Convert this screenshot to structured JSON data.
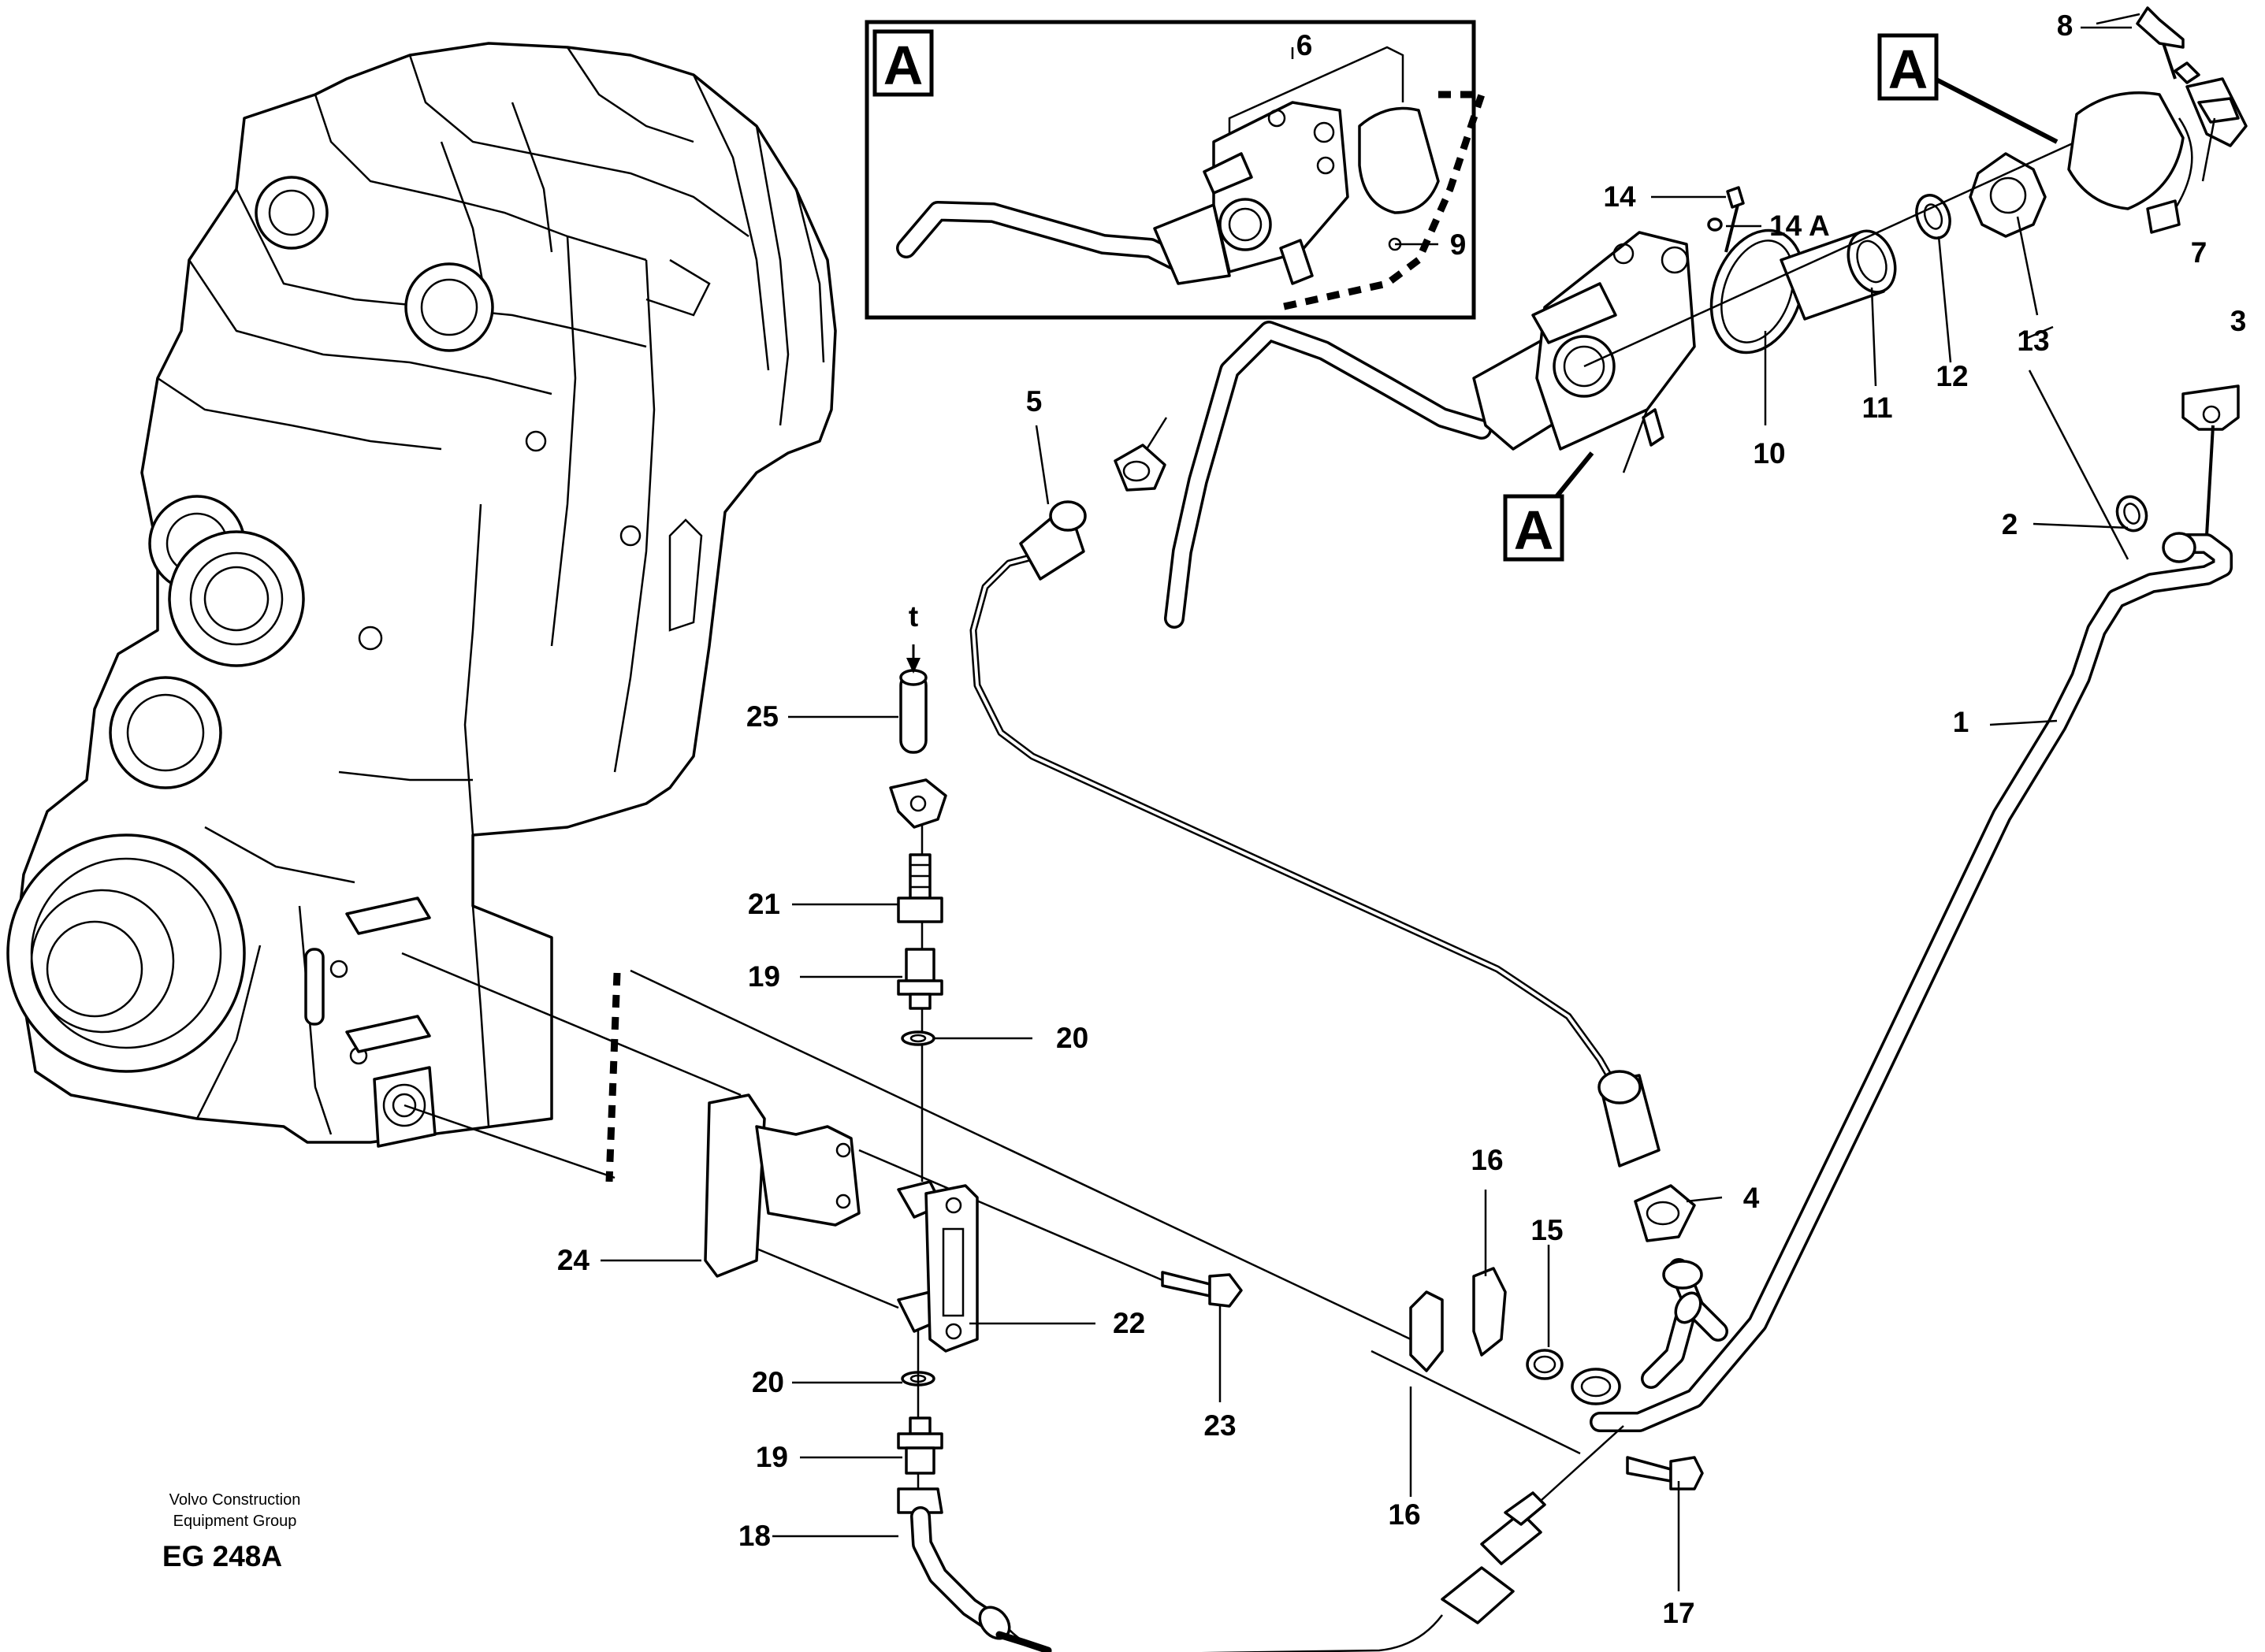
{
  "figure": {
    "inset_label": "A",
    "view_marker_label": "A",
    "section_marker_label": "A",
    "credit_line1": "Volvo Construction",
    "credit_line2": "Equipment Group",
    "sheet_id": "EG 248A",
    "flow_marker": "t"
  },
  "callouts": {
    "c1": "1",
    "c2": "2",
    "c3": "3",
    "c4": "4",
    "c5": "5",
    "c6": "6",
    "c7": "7",
    "c8": "8",
    "c9": "9",
    "c10": "10",
    "c11": "11",
    "c12": "12",
    "c13": "13",
    "c14": "14",
    "c14a": "14 A",
    "c15": "15",
    "c16a": "16",
    "c16b": "16",
    "c17": "17",
    "c18": "18",
    "c19a": "19",
    "c19b": "19",
    "c20a": "20",
    "c20b": "20",
    "c21": "21",
    "c22": "22",
    "c23": "23",
    "c24": "24",
    "c25": "25"
  }
}
